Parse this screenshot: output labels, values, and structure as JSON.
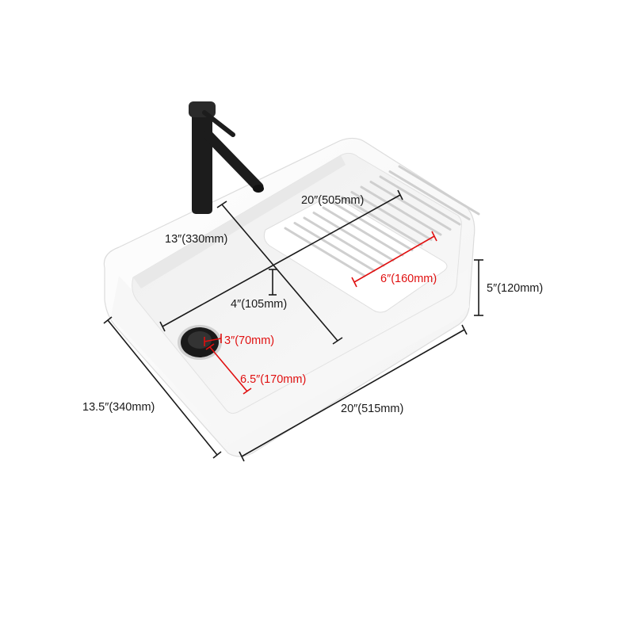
{
  "colors": {
    "sink_body": "#ffffff",
    "sink_outline": "#d9d9d9",
    "basin_shadow": "#e6e6e6",
    "faucet": "#1c1c1c",
    "drain": "#1a1a1a",
    "dimension_black": "#1a1a1a",
    "dimension_red": "#e01010"
  },
  "icons": {
    "faucet": "faucet-icon",
    "drain": "drain-icon",
    "washboard": "washboard-icon"
  },
  "dimensions": {
    "inner_length": "20″(505mm)",
    "inner_width": "13″(330mm)",
    "inner_depth": "4″(105mm)",
    "washboard_length": "6″(160mm)",
    "height": "5″(120mm)",
    "drain_diameter": "3″(70mm)",
    "drain_offset": "6.5″(170mm)",
    "outer_width": "13.5″(340mm)",
    "outer_length": "20″(515mm)"
  }
}
